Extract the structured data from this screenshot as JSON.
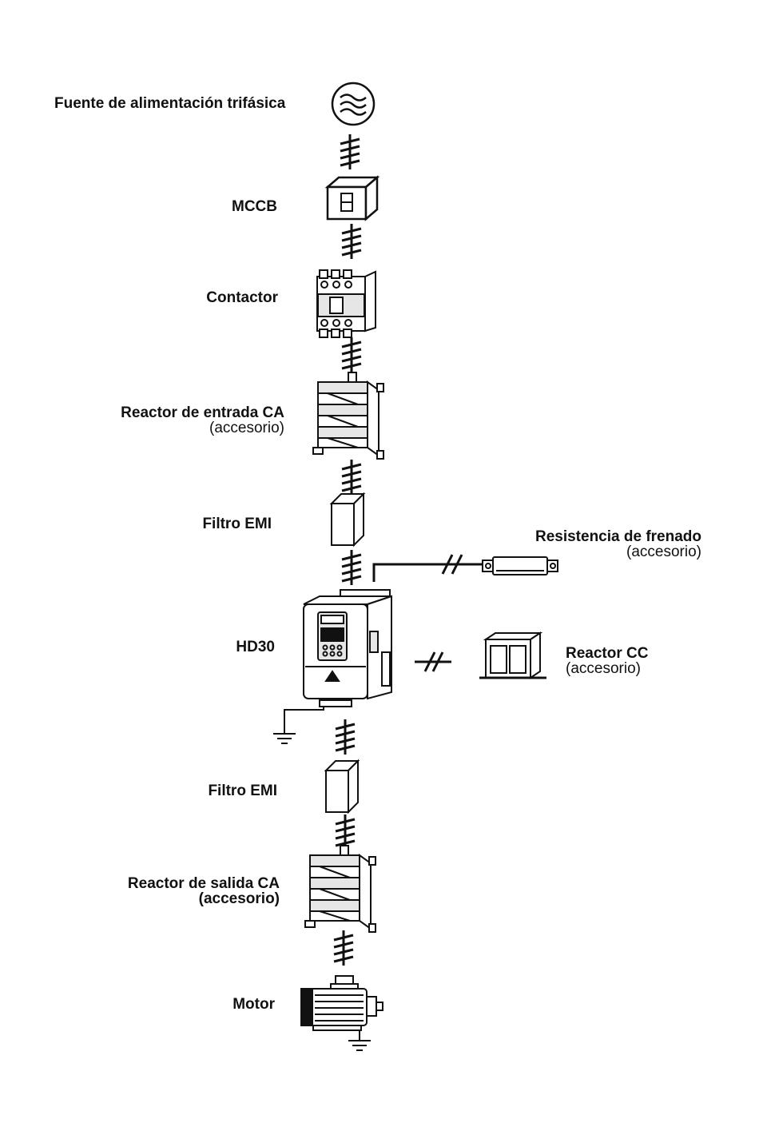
{
  "diagram": {
    "labels": {
      "power_source": "Fuente de alimentación trifásica",
      "mccb": "MCCB",
      "contactor": "Contactor",
      "input_reactor": "Reactor de entrada CA",
      "input_reactor_note": "(accesorio)",
      "emi_filter_1": "Filtro EMI",
      "braking_resistor": "Resistencia de frenado",
      "braking_resistor_note": "(accesorio)",
      "drive": "HD30",
      "dc_reactor": "Reactor CC",
      "dc_reactor_note": "(accesorio)",
      "emi_filter_2": "Filtro EMI",
      "output_reactor": "Reactor de salida CA",
      "output_reactor_note": "(accesorio)",
      "motor": "Motor"
    },
    "icons": [
      "ac-source-icon",
      "mccb-icon",
      "contactor-icon",
      "reactor-icon",
      "emi-filter-icon",
      "brake-resistor-icon",
      "inverter-icon",
      "dc-reactor-icon",
      "ground-icon",
      "motor-icon",
      "three-phase-wire-icon"
    ],
    "colors": {
      "ink": "#111111",
      "background": "#ffffff",
      "shade": "#d8d8d8"
    }
  }
}
